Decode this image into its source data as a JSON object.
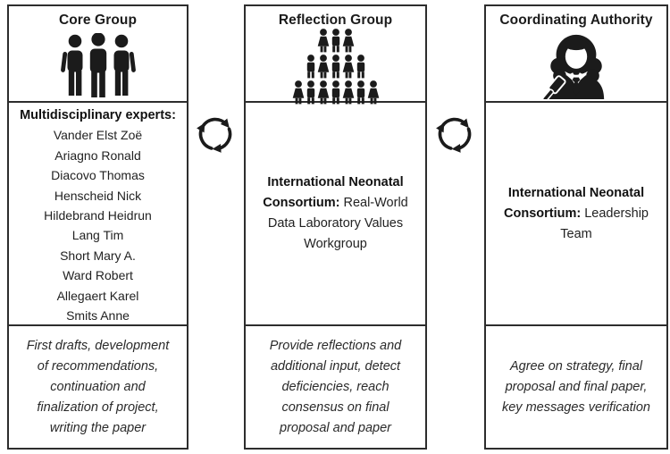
{
  "colors": {
    "ink": "#1b1b1b",
    "border": "#2d2d2d",
    "background": "#ffffff"
  },
  "columns": [
    {
      "title": "Core Group",
      "icon": "three-men-icon",
      "middle": {
        "heading": "Multidisciplinary experts:",
        "names": [
          "Vander Elst Zoë",
          "Ariagno Ronald",
          "Diacovo Thomas",
          "Henscheid Nick",
          "Hildebrand Heidrun",
          "Lang Tim",
          "Short Mary A.",
          "Ward Robert",
          "Allegaert Karel",
          "Smits Anne"
        ]
      },
      "bottom": "First drafts, development of recommendations, continuation and finalization of project, writing the paper"
    },
    {
      "title": "Reflection Group",
      "icon": "crowd-pyramid-icon",
      "middle": {
        "bold_text": "International Neonatal Consortium:",
        "regular_text": " Real-World Data Laboratory Values Workgroup"
      },
      "bottom": "Provide reflections and additional input, detect deficiencies, reach consensus on final proposal and paper"
    },
    {
      "title": "Coordinating Authority",
      "icon": "judge-gavel-icon",
      "middle": {
        "bold_text": "International Neonatal Consortium:",
        "regular_text": " Leadership Team"
      },
      "bottom": "Agree on strategy, final proposal and final paper, key messages verification"
    }
  ],
  "connectors": [
    {
      "icon": "cycle-arrows-icon"
    },
    {
      "icon": "cycle-arrows-icon"
    }
  ]
}
